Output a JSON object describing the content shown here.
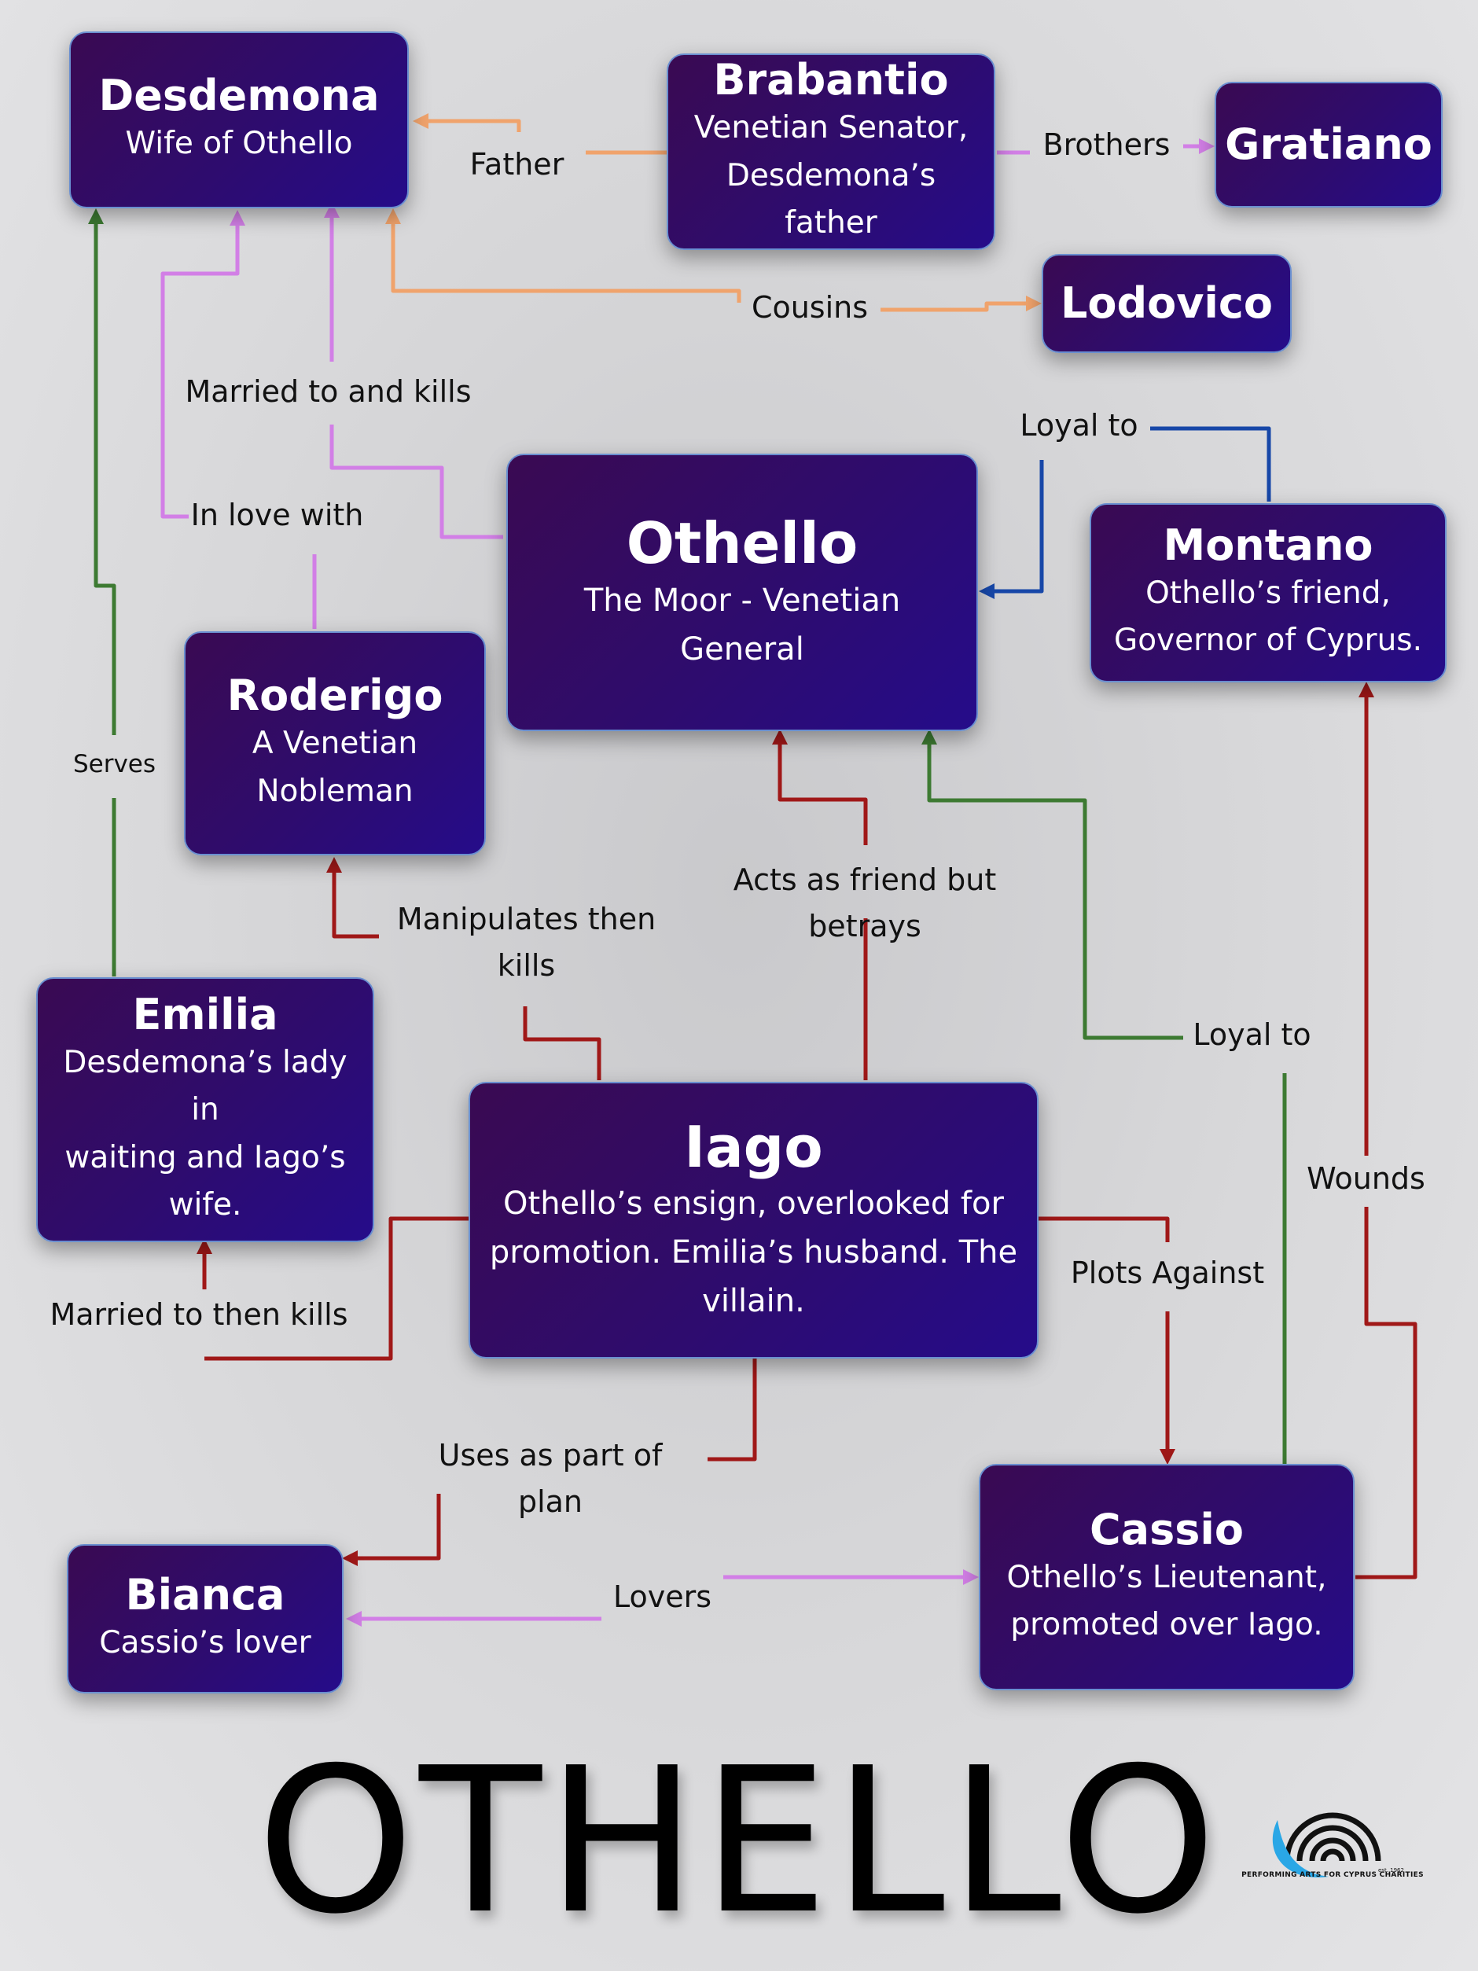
{
  "title": "OTHELLO",
  "logo": {
    "text": "PERFORMING ARTS FOR CYPRUS CHARITIES",
    "est": "est. 1962"
  },
  "colors": {
    "family": "#f0a36c",
    "love": "#d27fe6",
    "villainy": "#a01818",
    "loyalty": "#3d7a32",
    "montano_loyalty": "#1747a8"
  },
  "characters": {
    "desdemona": {
      "name": "Desdemona",
      "desc": "Wife of Othello"
    },
    "brabantio": {
      "name": "Brabantio",
      "desc": "Venetian Senator,\nDesdemona’s father"
    },
    "gratiano": {
      "name": "Gratiano",
      "desc": ""
    },
    "lodovico": {
      "name": "Lodovico",
      "desc": ""
    },
    "othello": {
      "name": "Othello",
      "desc": "The Moor - Venetian General"
    },
    "montano": {
      "name": "Montano",
      "desc": "Othello’s friend,\nGovernor of Cyprus."
    },
    "roderigo": {
      "name": "Roderigo",
      "desc": "A Venetian\nNobleman"
    },
    "emilia": {
      "name": "Emilia",
      "desc": "Desdemona’s lady in\nwaiting and Iago’s\nwife."
    },
    "iago": {
      "name": "Iago",
      "desc": "Othello’s ensign, overlooked for\npromotion. Emilia’s husband. The\nvillain."
    },
    "cassio": {
      "name": "Cassio",
      "desc": "Othello’s Lieutenant,\npromoted over Iago."
    },
    "bianca": {
      "name": "Bianca",
      "desc": "Cassio’s lover"
    }
  },
  "relations": {
    "father": "Father",
    "brothers": "Brothers",
    "cousins": "Cousins",
    "married_kills": "Married to and kills",
    "in_love": "In love with",
    "loyal_montano": "Loyal to",
    "serves": "Serves",
    "manipulates": "Manipulates then\nkills",
    "acts_friend": "Acts as friend but betrays",
    "loyal_cassio": "Loyal to",
    "wounds": "Wounds",
    "plots": "Plots Against",
    "married_then_kills": "Married to then kills",
    "uses": "Uses as part of plan",
    "lovers": "Lovers"
  }
}
